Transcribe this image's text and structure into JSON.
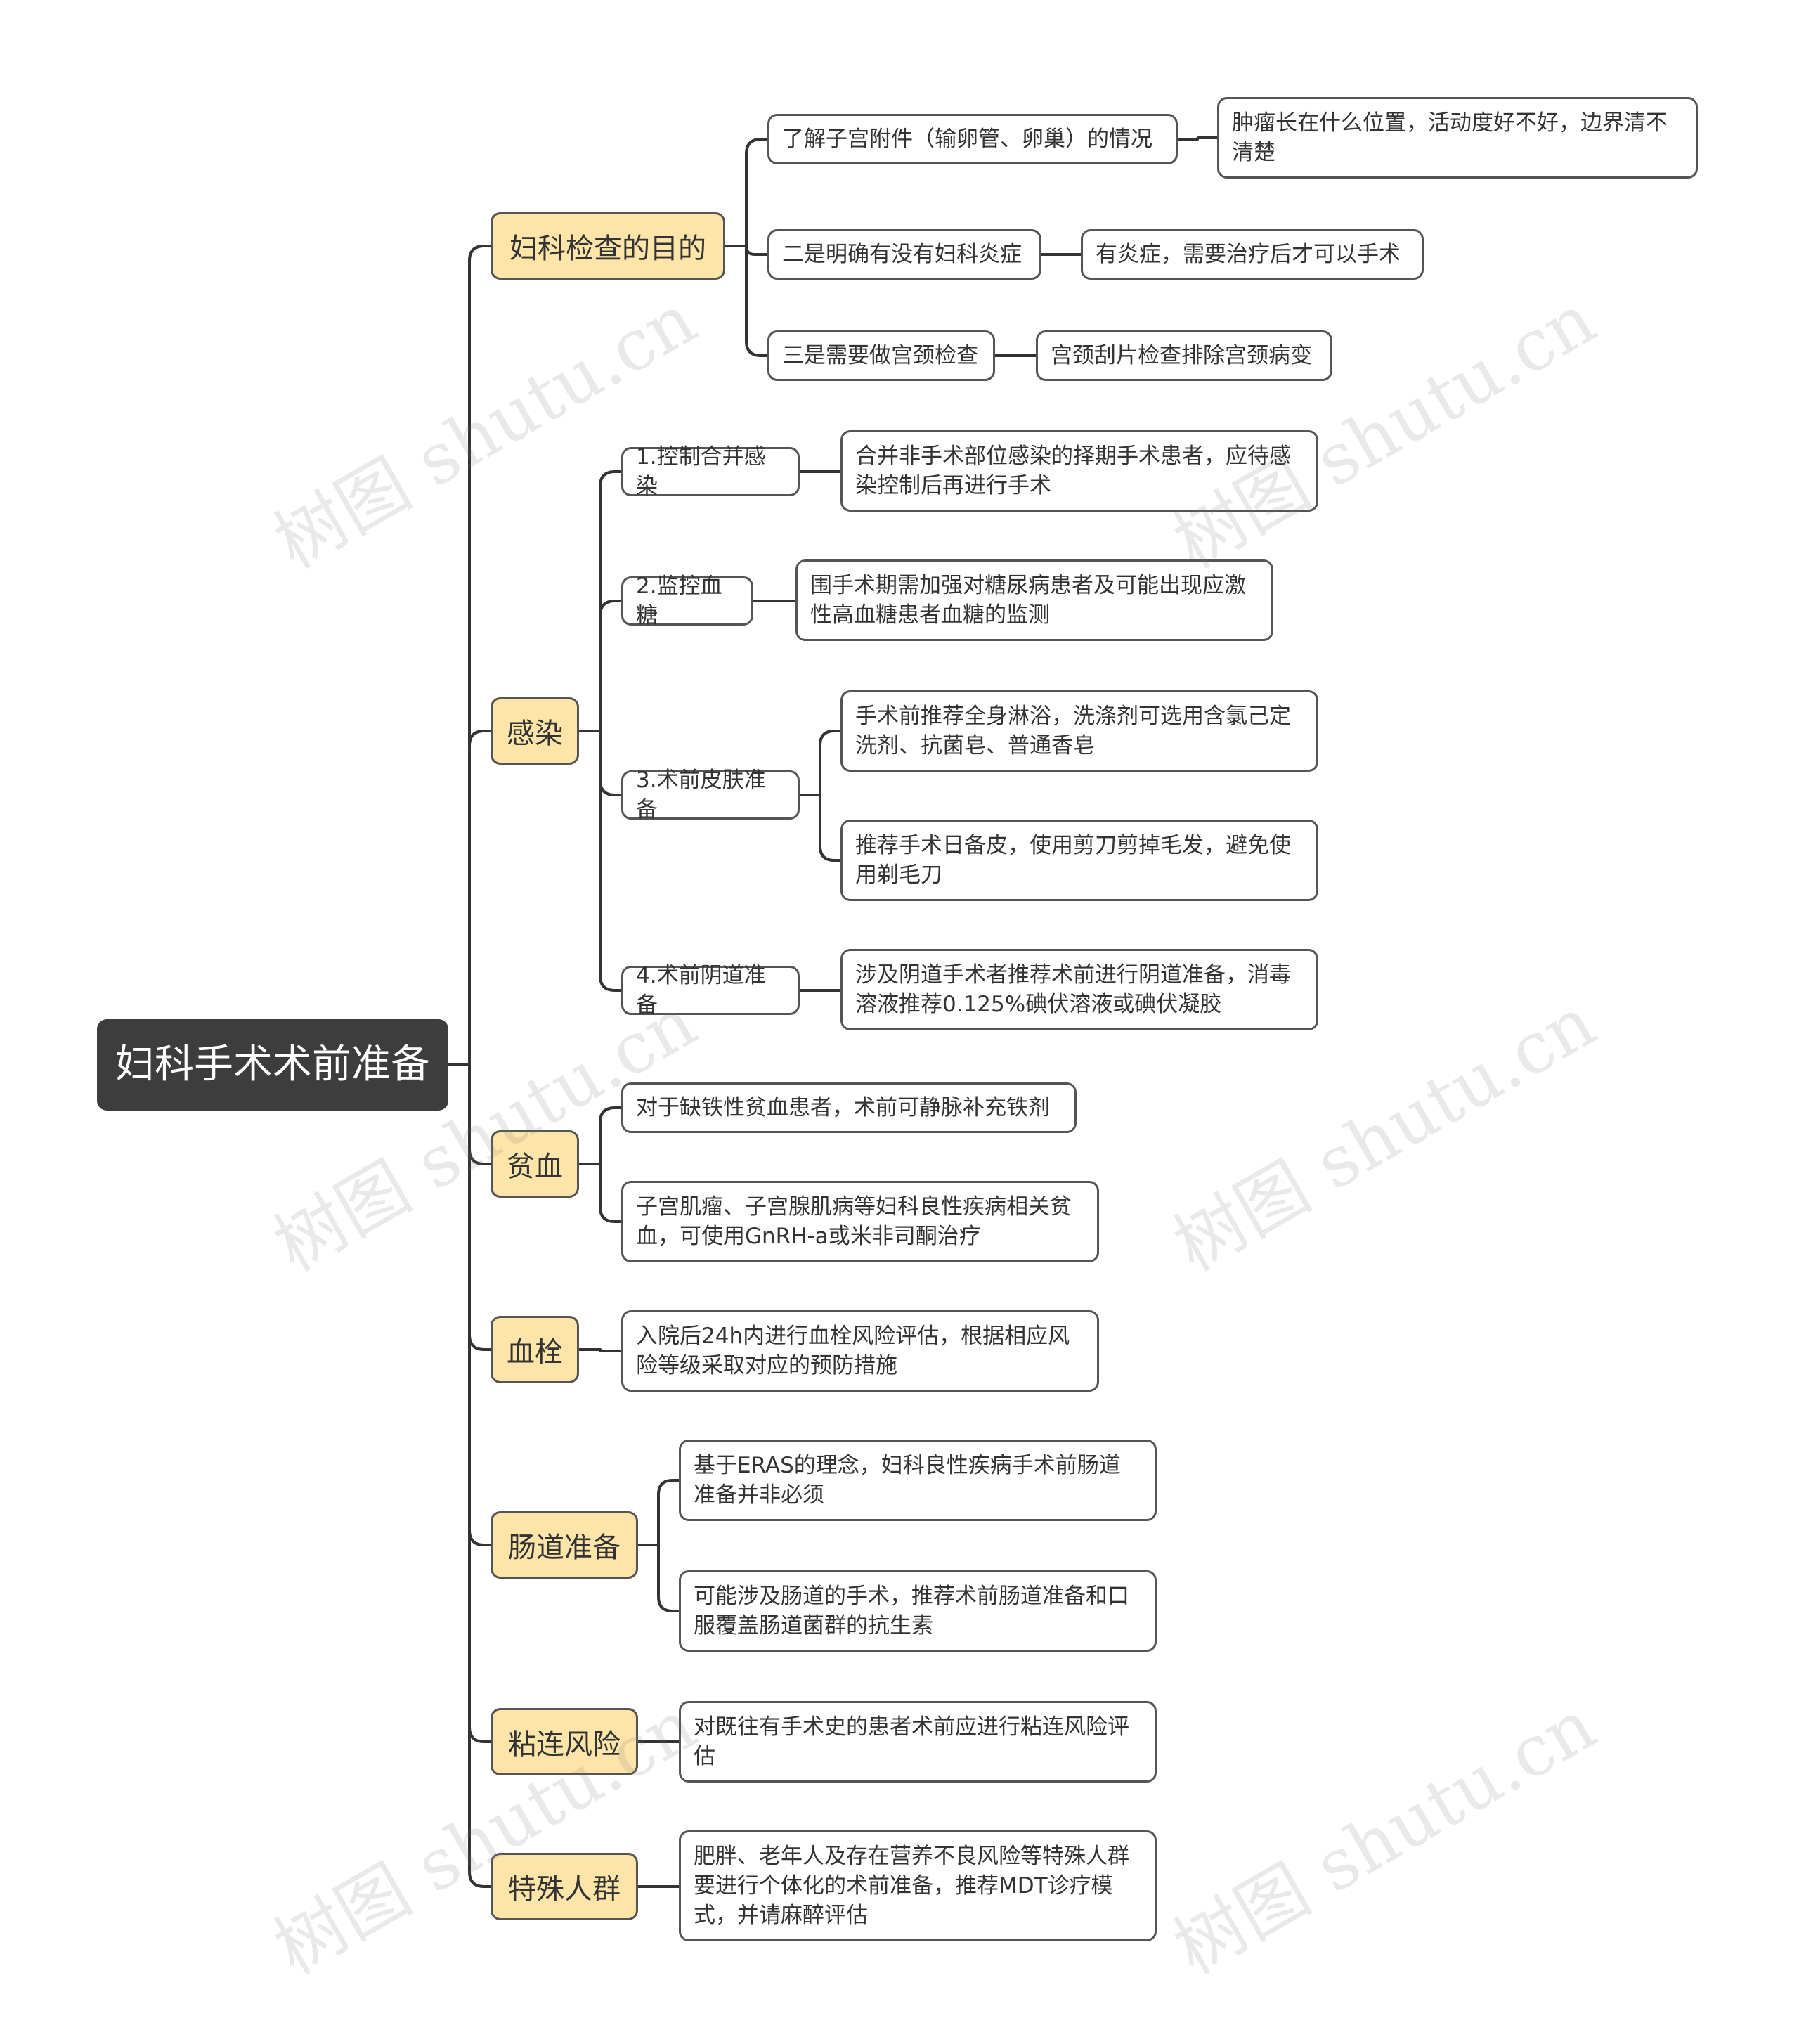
{
  "root": "妇科手术术前准备",
  "branches": [
    {
      "label": "妇科检查的目的",
      "children": [
        {
          "label": "了解子宫附件（输卵管、卵巢）的情况",
          "children": [
            {
              "label": "肿瘤长在什么位置，活动度好不好，边界清不清楚"
            }
          ]
        },
        {
          "label": "二是明确有没有妇科炎症",
          "children": [
            {
              "label": "有炎症，需要治疗后才可以手术"
            }
          ]
        },
        {
          "label": "三是需要做宫颈检查",
          "children": [
            {
              "label": "宫颈刮片检查排除宫颈病变"
            }
          ]
        }
      ]
    },
    {
      "label": "感染",
      "children": [
        {
          "label": "1.控制合并感染",
          "children": [
            {
              "label": "合并非手术部位感染的择期手术患者，应待感染控制后再进行手术"
            }
          ]
        },
        {
          "label": "2.监控血糖",
          "children": [
            {
              "label": "围手术期需加强对糖尿病患者及可能出现应激性高血糖患者血糖的监测"
            }
          ]
        },
        {
          "label": "3.术前皮肤准备",
          "children": [
            {
              "label": "手术前推荐全身淋浴，洗涤剂可选用含氯己定洗剂、抗菌皂、普通香皂"
            },
            {
              "label": "推荐手术日备皮，使用剪刀剪掉毛发，避免使用剃毛刀"
            }
          ]
        },
        {
          "label": "4.术前阴道准备",
          "children": [
            {
              "label": "涉及阴道手术者推荐术前进行阴道准备，消毒溶液推荐0.125%碘伏溶液或碘伏凝胶"
            }
          ]
        }
      ]
    },
    {
      "label": "贫血",
      "children": [
        {
          "label": "对于缺铁性贫血患者，术前可静脉补充铁剂"
        },
        {
          "label": "子宫肌瘤、子宫腺肌病等妇科良性疾病相关贫血，可使用GnRH-a或米非司酮治疗"
        }
      ]
    },
    {
      "label": "血栓",
      "children": [
        {
          "label": "入院后24h内进行血栓风险评估，根据相应风险等级采取对应的预防措施"
        }
      ]
    },
    {
      "label": "肠道准备",
      "children": [
        {
          "label": "基于ERAS的理念，妇科良性疾病手术前肠道准备并非必须"
        },
        {
          "label": "可能涉及肠道的手术，推荐术前肠道准备和口服覆盖肠道菌群的抗生素"
        }
      ]
    },
    {
      "label": "粘连风险",
      "children": [
        {
          "label": "对既往有手术史的患者术前应进行粘连风险评估"
        }
      ]
    },
    {
      "label": "特殊人群",
      "children": [
        {
          "label": "肥胖、老年人及存在营养不良风险等特殊人群要进行个体化的术前准备，推荐MDT诊疗模式，并请麻醉评估"
        }
      ]
    }
  ],
  "watermark": "树图 shutu.cn",
  "colors": {
    "root_bg": "#3d3d3d",
    "category_bg": "#fde4a8",
    "line": "#333333",
    "border": "#555555"
  }
}
